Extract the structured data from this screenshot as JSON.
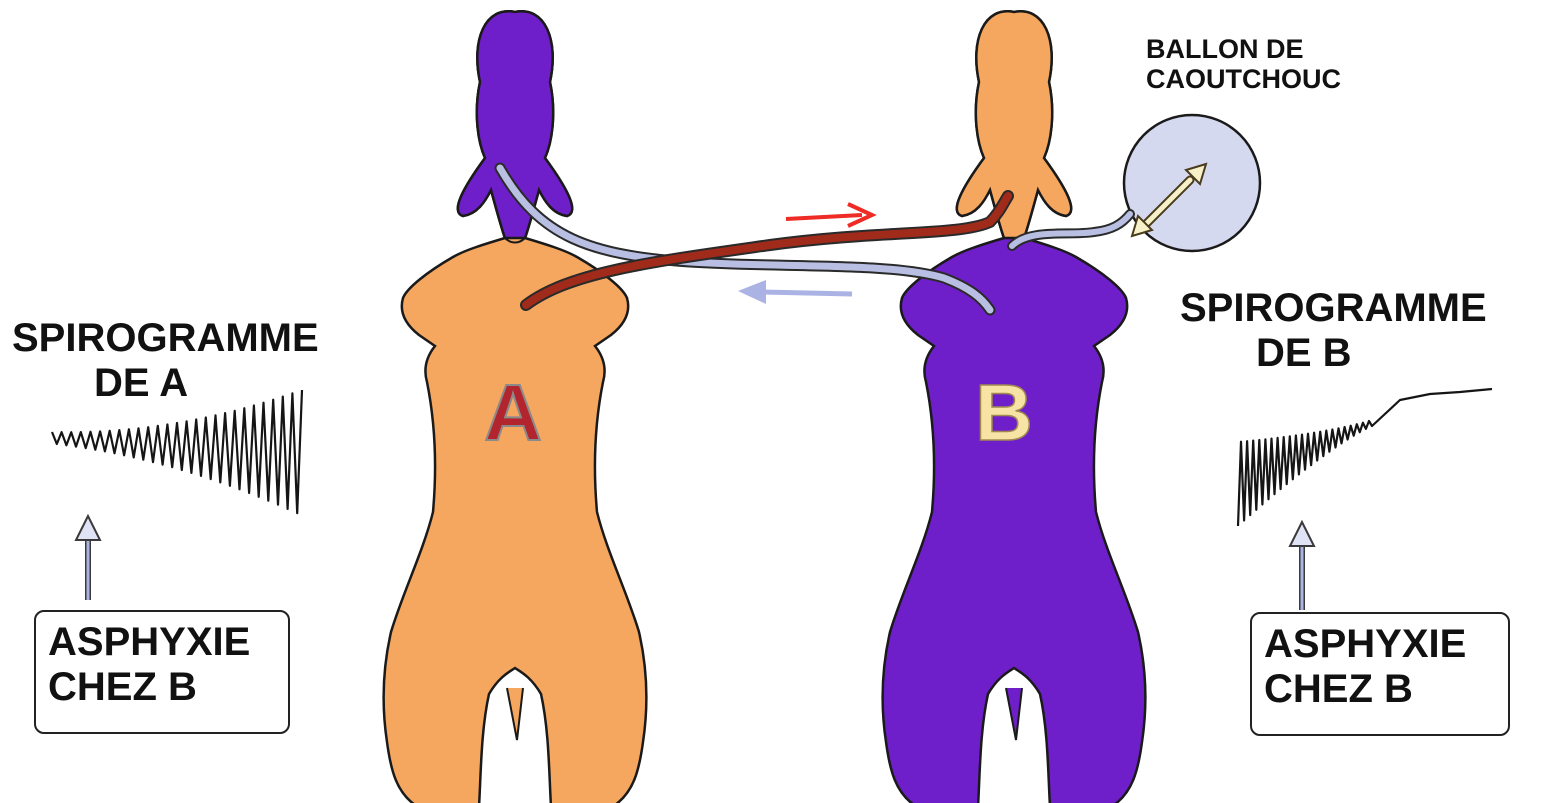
{
  "colors": {
    "orange": "#f5a75f",
    "purple": "#6f1fc9",
    "red_tube": "#a12b1a",
    "blue_tube": "#b8bfe2",
    "red_arrow": "#ee2b24",
    "blue_arrow": "#aab3e3",
    "balloon": "#d5d9f0",
    "letter_a": "#b3252e",
    "letter_b": "#f7e3a3",
    "trace": "#151515"
  },
  "labels": {
    "ballon_line1": "BALLON DE",
    "ballon_line2": "CAOUTCHOUC",
    "spiro_a_line1": "SPIROGRAMME",
    "spiro_a_line2": "DE A",
    "spiro_b_line1": "SPIROGRAMME",
    "spiro_b_line2": "DE B",
    "dog_a": "A",
    "dog_b": "B",
    "asphyxie_a_line1": "ASPHYXIE",
    "asphyxie_a_line2": "CHEZ  B",
    "asphyxie_b_line1": "ASPHYXIE",
    "asphyxie_b_line2": "CHEZ  B"
  },
  "icons": {
    "balloon_arrow": "double-arrow-icon",
    "pointer": "up-arrow-icon"
  }
}
